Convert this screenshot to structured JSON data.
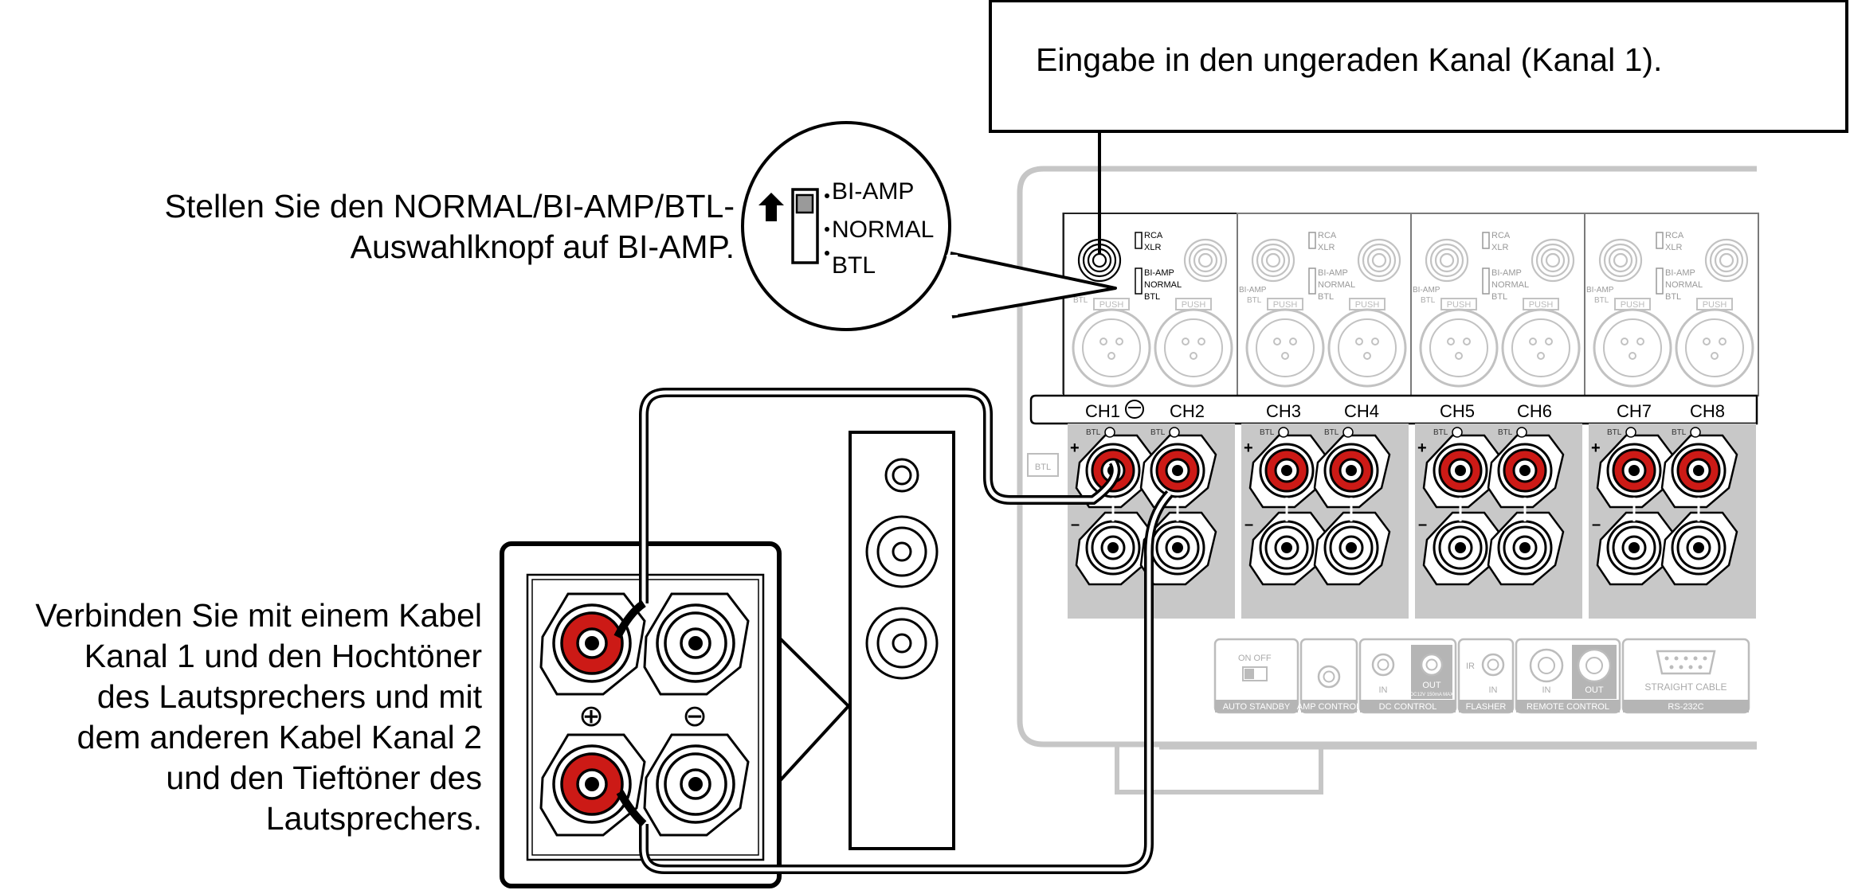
{
  "callout_input": "Eingabe in den ungeraden Kanal (Kanal 1).",
  "caption_switch": [
    "Stellen Sie den NORMAL/BI-AMP/BTL-",
    "Auswahlknopf auf BI-AMP."
  ],
  "caption_connect": [
    "Verbinden Sie mit einem Kabel",
    "Kanal 1 und den Hochtöner",
    "des Lautsprechers und mit",
    "dem anderen Kabel Kanal 2",
    "und den Tieftöner des",
    "Lautsprechers."
  ],
  "zoom_switch": {
    "bi_amp": "BI-AMP",
    "normal": "NORMAL",
    "btl": "BTL"
  },
  "amp": {
    "channels": [
      "CH1",
      "CH2",
      "CH3",
      "CH4",
      "CH5",
      "CH6",
      "CH7",
      "CH8"
    ],
    "input_selector": {
      "rca": "RCA",
      "xlr": "XLR"
    },
    "mode_selector": {
      "bi_amp": "BI-AMP",
      "normal": "NORMAL",
      "btl": "BTL"
    },
    "push_label": "PUSH",
    "side_bi_amp": "BI-AMP",
    "side_btl": "BTL",
    "btl_tag": "BTL",
    "btl_side_label": "BTL",
    "plus": "+",
    "minus": "–",
    "bottom_panel": {
      "on_off": "ON  OFF",
      "auto_standby": "AUTO STANDBY",
      "amp_control": "AMP CONTROL",
      "dc_control": "DC CONTROL",
      "dc_in": "IN",
      "dc_out": "OUT",
      "dc_spec": "DC12V 150mA MAX",
      "flasher": "FLASHER",
      "flasher_ir": "IR",
      "flasher_in": "IN",
      "remote_control": "REMOTE CONTROL",
      "remote_in": "IN",
      "remote_out": "OUT",
      "straight_cable": "STRAIGHT CABLE",
      "rs232c": "RS-232C"
    }
  },
  "speaker": {
    "plus_symbol": "⊕",
    "minus_symbol": "⊖"
  },
  "colors": {
    "red_terminal": "#cc1a16",
    "panel_gray": "#c8c8c8",
    "light_outline": "#bdbdbd"
  }
}
